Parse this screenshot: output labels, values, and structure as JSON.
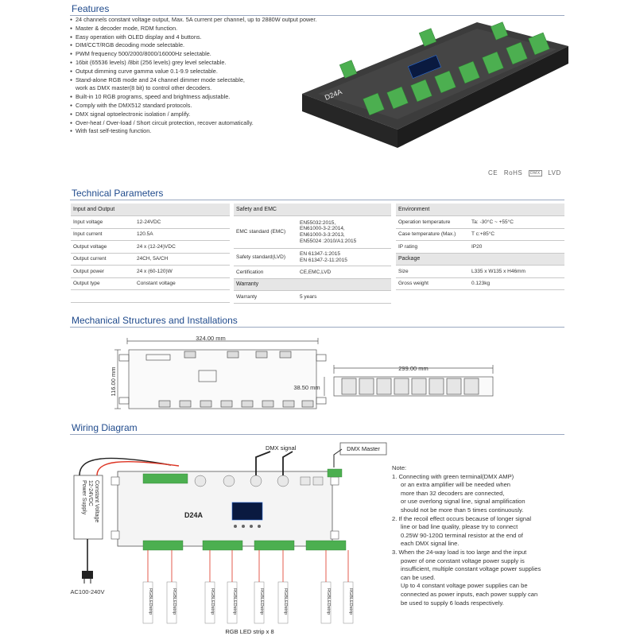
{
  "features": {
    "title": "Features",
    "items": [
      "24 channels constant voltage output, Max. 5A current per channel, up to 2880W output power.",
      "Master & decoder mode, RDM function.",
      "Easy operation with OLED display and 4 buttons.",
      "DIM/CCT/RGB decoding mode selectable.",
      "PWM frequency 500/2000/8000/16000Hz selectable.",
      "16bit (65536 levels) /8bit (256 levels) grey level selectable.",
      "Output dimming curve gamma value 0.1-9.9 selectable.",
      "Stand-alone RGB mode and 24 channel dimmer mode selectable,",
      "Built-in 10 RGB programs, speed and brightness adjustable.",
      "Comply with the DMX512 standard protocols.",
      "DMX signal optoelectronic isolation / amplify.",
      "Over-heat / Over-load / Short circuit protection, recover automatically.",
      "With fast self-testing function."
    ],
    "item_8_continuation": "work as DMX master(8 bit) to control other decoders.",
    "certifications": [
      "CE",
      "RoHS",
      "DMX",
      "LVD"
    ]
  },
  "product": {
    "label": "D24A"
  },
  "technical": {
    "title": "Technical Parameters",
    "io": {
      "header": "Input and Output",
      "rows": [
        [
          "Input voltage",
          "12-24VDC"
        ],
        [
          "Input current",
          "120.5A"
        ],
        [
          "Output voltage",
          "24 x (12-24)VDC"
        ],
        [
          "Output current",
          "24CH, 5A/CH"
        ],
        [
          "Output power",
          "24 x (60-120)W"
        ],
        [
          "Output type",
          "Constant voltage"
        ]
      ]
    },
    "safety": {
      "header": "Safety and EMC",
      "emc_label": "EMC standard (EMC)",
      "emc_lines": [
        "EN55032:2015,",
        "EN61000-3-2:2014,",
        "EN61000-3-3:2013,",
        "EN55024 :2010/A1:2015"
      ],
      "lvd_label": "Safety standard(LVD)",
      "lvd_lines": [
        "EN 61347-1:2015",
        "EN 61347-2-11:2015"
      ],
      "cert_label": "Certification",
      "cert_value": "CE,EMC,LVD",
      "warranty_header": "Warranty",
      "warranty_label": "Warranty",
      "warranty_value": "5 years"
    },
    "environment": {
      "header": "Environment",
      "rows": [
        [
          "Operation temperature",
          "Ta: -30°C ~ +55°C"
        ],
        [
          "Case temperature (Max.)",
          "T c:+85°C"
        ],
        [
          "IP rating",
          "IP20"
        ]
      ],
      "package_header": "Package",
      "package_rows": [
        [
          "Size",
          "L335 x W135 x H46mm"
        ],
        [
          "Gross weight",
          "0.123kg"
        ]
      ]
    }
  },
  "mechanical": {
    "title": "Mechanical Structures and Installations",
    "dim_width": "324.00 mm",
    "dim_height": "116.00 mm",
    "dim_side_width": "299.00 mm",
    "dim_side_height": "38.50 mm"
  },
  "wiring": {
    "title": "Wiring Diagram",
    "dmx_signal": "DMX signal",
    "dmx_master": "DMX Master",
    "device_label": "D24A",
    "power_supply": [
      "Power Supply",
      "12-24VDC",
      "Constant Voltage"
    ],
    "ac_label": "AC100-240V",
    "strip_label": "RGB LED strip x 8",
    "strip_text": "RGBLEDstrip"
  },
  "note": {
    "title": "Note:",
    "n1": "1. Connecting with green terminal(DMX  AMP)",
    "n1_lines": [
      "or an extra amplifier will be needed when",
      "more than 32 decoders are connected,",
      "or use overlong signal line, signal amplification",
      "should not be more than 5 times continuously."
    ],
    "n2": "2. If the recoil effect occurs because of longer signal",
    "n2_lines": [
      "line or bad line quality, please try to connect",
      "0.25W 90-120Ω terminal resistor at the end of",
      "each DMX signal line."
    ],
    "n3": "3. When the 24-way load is too large and the input",
    "n3_lines": [
      "power of one constant voltage power supply is",
      "insufficient, multiple constant voltage power supplies",
      "can be used.",
      "Up to 4 constant voltage power supplies can be",
      "connected as power inputs, each power supply can",
      "be used to supply 6 loads respectively."
    ]
  }
}
